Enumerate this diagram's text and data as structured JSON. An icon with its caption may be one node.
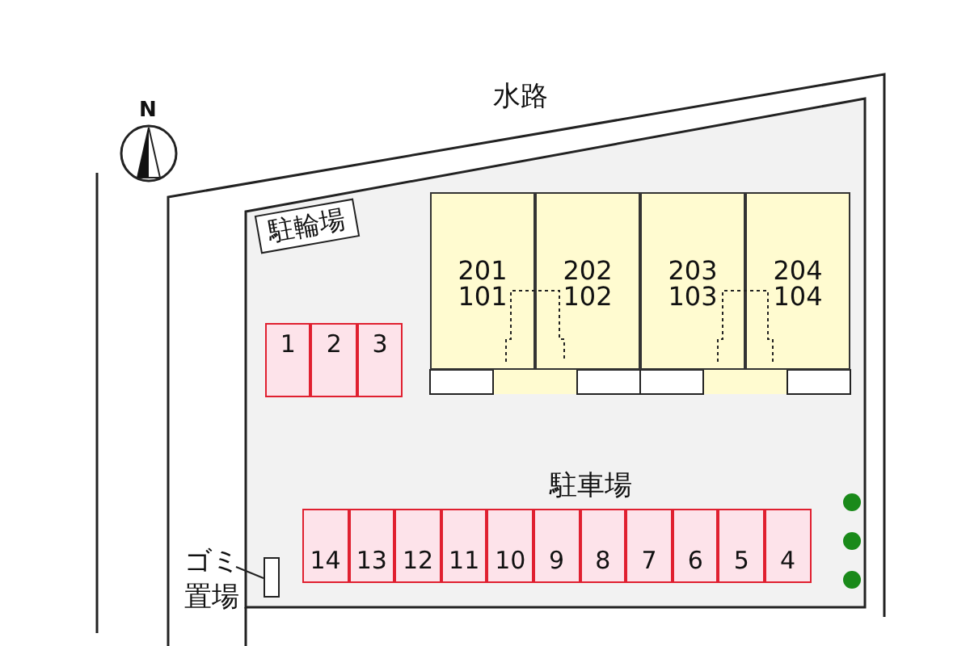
{
  "diagram": {
    "nodes": [
      {
        "text": [
          "駐輪場"
        ]
      },
      {
        "text": [
          "1"
        ]
      },
      {
        "text": [
          "2"
        ]
      },
      {
        "text": [
          "3"
        ]
      },
      {
        "text": [
          "201",
          "101"
        ]
      },
      {
        "text": [
          "202",
          "102"
        ]
      },
      {
        "text": [
          "203",
          "103"
        ]
      },
      {
        "text": [
          "204",
          "104"
        ]
      },
      {
        "text": [
          "14"
        ]
      },
      {
        "text": [
          "13"
        ]
      },
      {
        "text": [
          "12"
        ]
      },
      {
        "text": [
          "11"
        ]
      },
      {
        "text": [
          "10"
        ]
      },
      {
        "text": [
          "9"
        ]
      },
      {
        "text": [
          "8"
        ]
      },
      {
        "text": [
          "7"
        ]
      },
      {
        "text": [
          "6"
        ]
      },
      {
        "text": [
          "5"
        ]
      },
      {
        "text": [
          "4"
        ]
      },
      {
        "text": [],
        "shape": "box"
      },
      {
        "text": [
          "ゴミ置場"
        ]
      }
    ],
    "edges": [
      {
        "from": 20,
        "to": 19,
        "arrow": "none"
      }
    ],
    "labels": [
      "N",
      "水路",
      "駐車場"
    ]
  }
}
